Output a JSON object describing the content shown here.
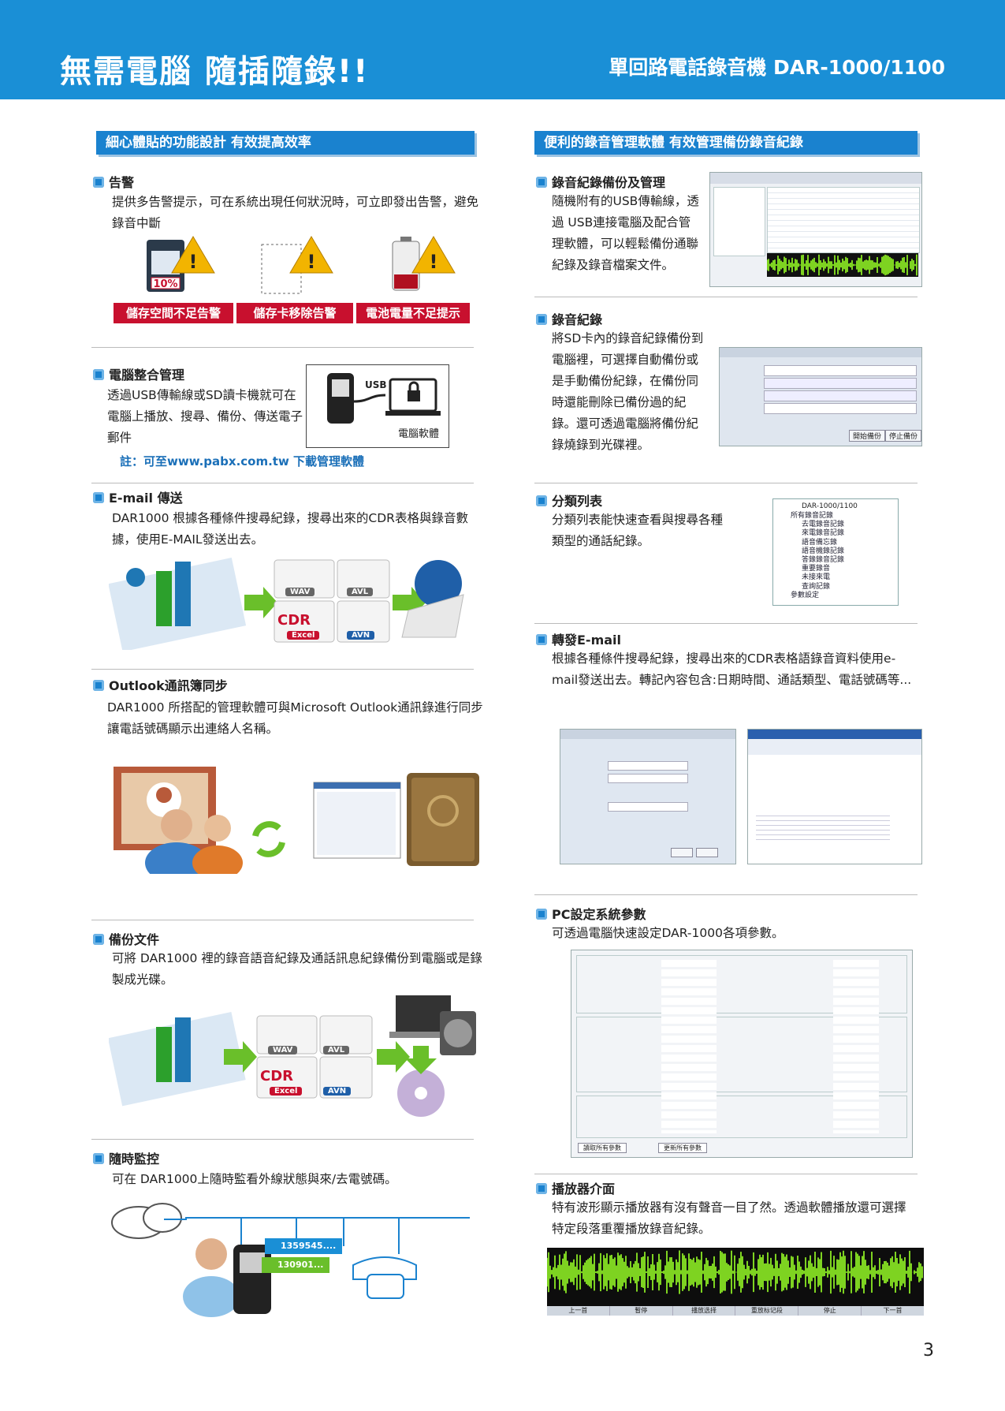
{
  "header": {
    "title": "無需電腦 隨插隨錄!!",
    "product": "單回路電話錄音機 DAR-1000/1100"
  },
  "left": {
    "section_title": "細心體貼的功能設計  有效提高效率",
    "alarm": {
      "heading": "告警",
      "text": "提供多告警提示，可在系統出現任何狀況時，可立即發出告警，避免錄音中斷",
      "sd_percent": "10%",
      "labels": [
        "儲存空間不足告警",
        "儲存卡移除告警",
        "電池電量不足提示"
      ]
    },
    "pc": {
      "heading": "電腦整合管理",
      "text": "透過USB傳輸線或SD讀卡機就可在電腦上播放、搜尋、備份、傳送電子郵件",
      "usb": "USB",
      "software": "電腦軟體",
      "note": "註：可至www.pabx.com.tw 下載管理軟體"
    },
    "email": {
      "heading": "E-mail 傳送",
      "text": "DAR1000 根據各種條件搜尋紀錄，搜尋出來的CDR表格與錄音數據，使用E-MAIL發送出去。",
      "tags": [
        "WAV",
        "AVL",
        "CDR",
        "Excel",
        "AVN"
      ]
    },
    "outlook": {
      "heading": "Outlook通訊簿同步",
      "text": "DAR1000 所搭配的管理軟體可與Microsoft Outlook通訊錄進行同步讓電話號碼顯示出連絡人名稱。"
    },
    "backup": {
      "heading": "備份文件",
      "text": "可將 DAR1000 裡的錄音語音紀錄及通話訊息紀錄備份到電腦或是錄製成光碟。",
      "tags": [
        "WAV",
        "AVL",
        "CDR",
        "Excel",
        "AVN"
      ]
    },
    "monitor": {
      "heading": "隨時監控",
      "text": "可在 DAR1000上隨時監看外線狀態與來/去電號碼。",
      "in_number": "1359545....",
      "out_number": "130901..."
    }
  },
  "right": {
    "section_title": "便利的錄音管理軟體  有效管理備份錄音紀錄",
    "rec_backup": {
      "heading": "錄音紀錄備份及管理",
      "text": "隨機附有的USB傳輸線，透過 USB連接電腦及配合管理軟體，可以輕鬆備份通聯紀錄及錄音檔案文件。"
    },
    "recording": {
      "heading": "錄音紀錄",
      "text": "將SD卡內的錄音紀錄備份到電腦裡，可選擇自動備份或是手動備份紀錄，在備份同時還能刪除已備份過的紀錄。還可透過電腦將備份紀錄燒錄到光碟裡。",
      "buttons": [
        "開始備份",
        "停止備份"
      ]
    },
    "category": {
      "heading": "分類列表",
      "text": "分類列表能快速查看與搜尋各種類型的通話紀錄。",
      "tree_root": "DAR-1000/1100",
      "tree_items": [
        "所有錄音記錄",
        "去電錄音記錄",
        "來電錄音記錄",
        "語音備忘錄",
        "語音機錄記錄",
        "答錄錄音記錄",
        "重要錄音",
        "未接來電",
        "查詢記錄",
        "參數設定"
      ]
    },
    "forward": {
      "heading": "轉發E-mail",
      "text": "根據各種條件搜尋紀錄，搜尋出來的CDR表格語錄音資料使用e-mail發送出去。轉記內容包含:日期時間、通話類型、電話號碼等..."
    },
    "pcsettings": {
      "heading": "PC設定系統參數",
      "text": "可透過電腦快速設定DAR-1000各項參數。",
      "buttons": [
        "讀取所有參數",
        "更新所有參數"
      ]
    },
    "player": {
      "heading": "播放器介面",
      "text": "特有波形顯示播放器有沒有聲音一目了然。透過軟體播放還可選擇特定段落重覆播放錄音紀錄。",
      "controls": [
        "上一首",
        "暫停",
        "播放选择",
        "重放标记段",
        "停止",
        "下一首"
      ]
    }
  },
  "page_number": "3",
  "colors": {
    "brand": "#1a8fd6",
    "alert": "#c8102e",
    "wave": "#7ed321"
  }
}
